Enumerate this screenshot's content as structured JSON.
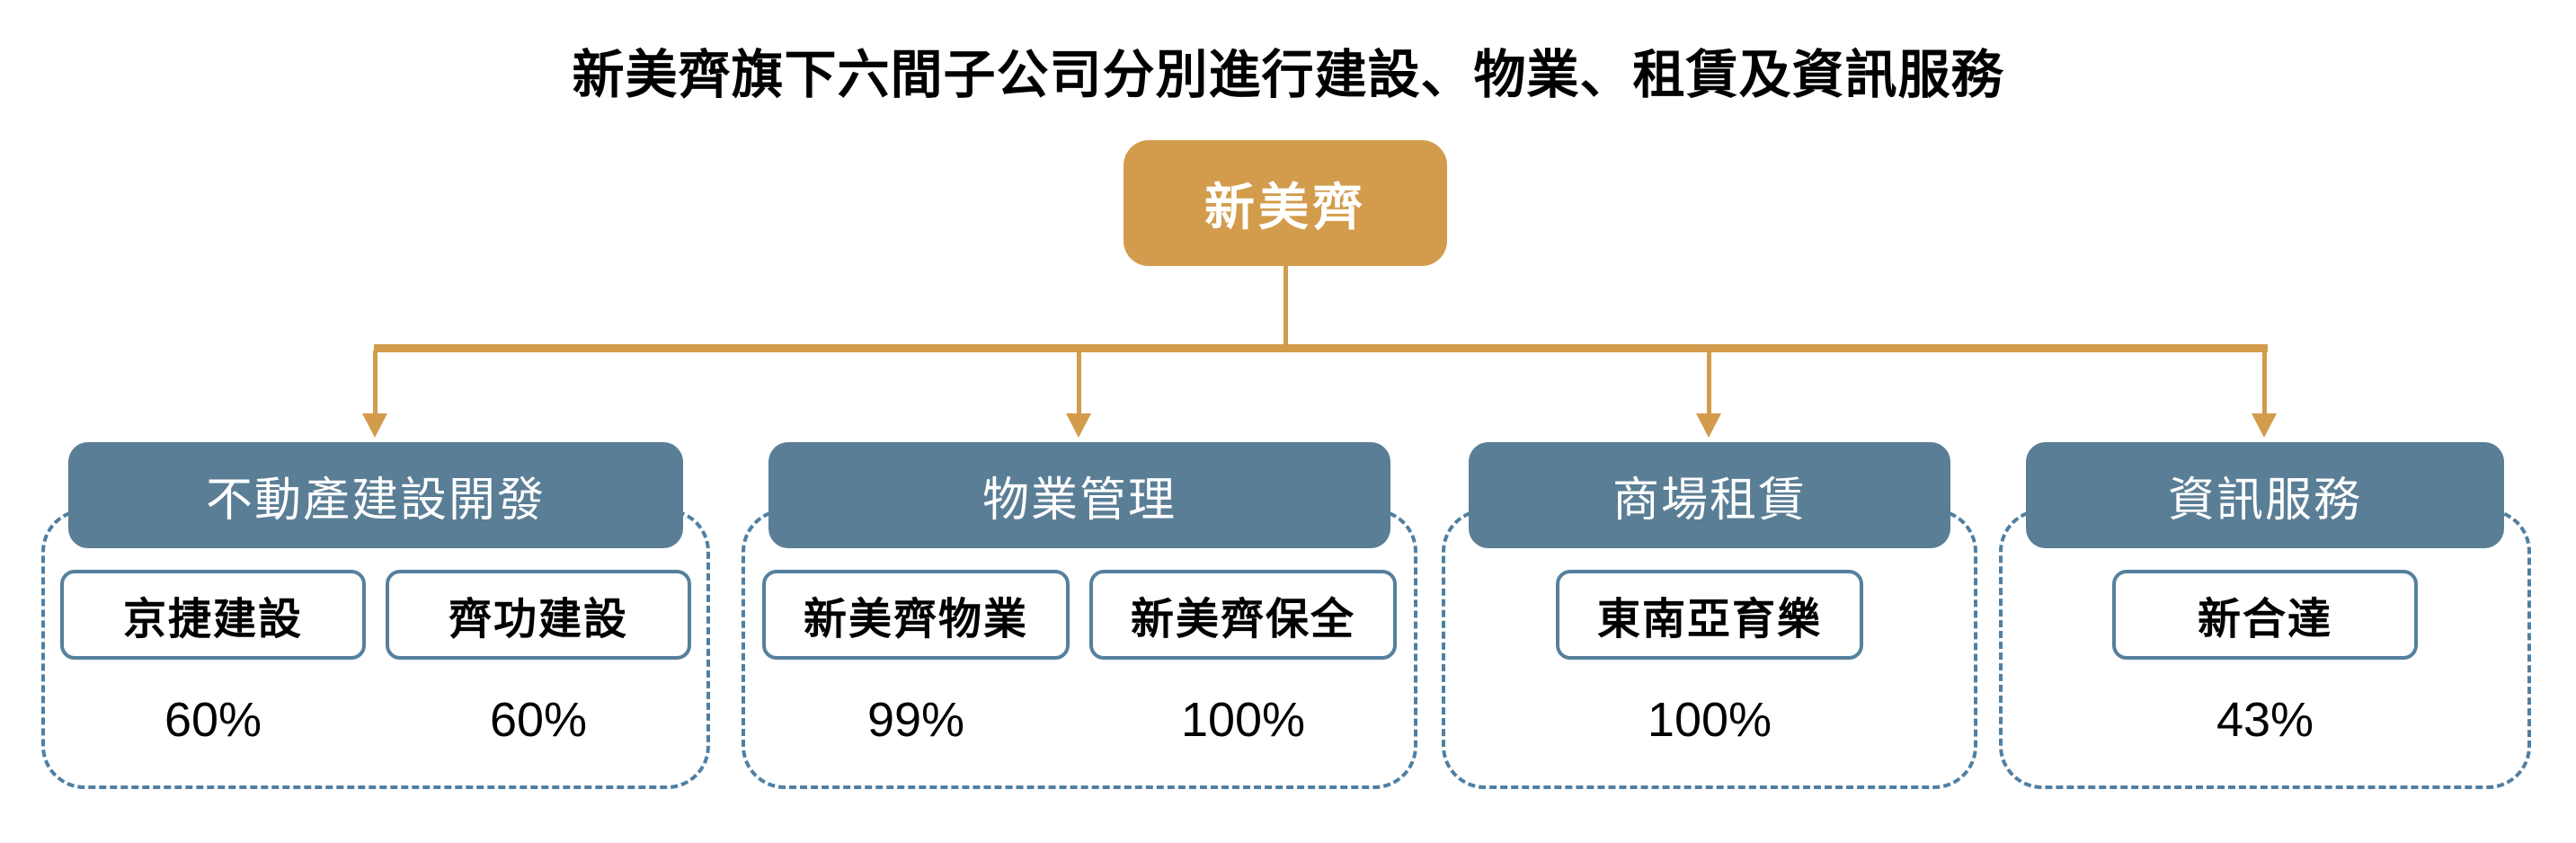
{
  "title": "新美齊旗下六間子公司分別進行建設、物業、租賃及資訊服務",
  "root": {
    "label": "新美齊"
  },
  "colors": {
    "gold": "#D29C4C",
    "header_blue": "#5A7E96",
    "dashed_border_blue": "#4F7FA3",
    "subsidiary_border_blue": "#55809E",
    "text": "#000000",
    "white": "#FFFFFF"
  },
  "groups": [
    {
      "label": "不動產建設開發",
      "children": [
        {
          "name": "京捷建設",
          "ownership": "60%"
        },
        {
          "name": "齊功建設",
          "ownership": "60%"
        }
      ]
    },
    {
      "label": "物業管理",
      "children": [
        {
          "name": "新美齊物業",
          "ownership": "99%"
        },
        {
          "name": "新美齊保全",
          "ownership": "100%"
        }
      ]
    },
    {
      "label": "商場租賃",
      "children": [
        {
          "name": "東南亞育樂",
          "ownership": "100%"
        }
      ]
    },
    {
      "label": "資訊服務",
      "children": [
        {
          "name": "新合達",
          "ownership": "43%"
        }
      ]
    }
  ]
}
